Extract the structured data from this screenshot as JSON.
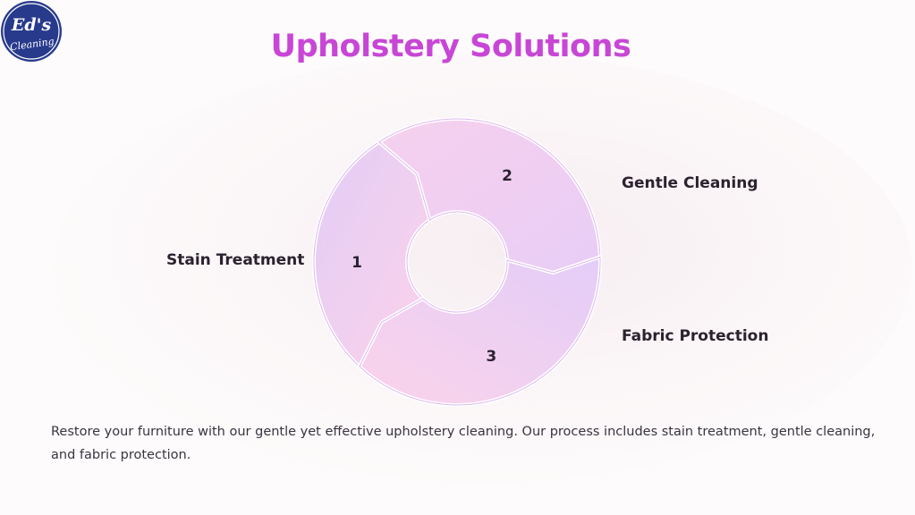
{
  "logo": {
    "line1": "Ed's",
    "line2": "Cleaning",
    "colors": {
      "fill": "#283a8c",
      "ring": "#ffffff",
      "text": "#ffffff"
    }
  },
  "title": "Upholstery Solutions",
  "cycle": {
    "steps": [
      {
        "number": "1",
        "label": "Stain Treatment"
      },
      {
        "number": "2",
        "label": "Gentle Cleaning"
      },
      {
        "number": "3",
        "label": "Fabric Protection"
      }
    ],
    "colors": {
      "segment_light": "#e6cbf5",
      "segment_pink": "#f9d3ec",
      "segment_border": "#ddb9ee",
      "title": "#c846d6"
    }
  },
  "description": "Restore your furniture with our gentle yet effective upholstery cleaning. Our process includes stain treatment, gentle cleaning, and fabric protection."
}
